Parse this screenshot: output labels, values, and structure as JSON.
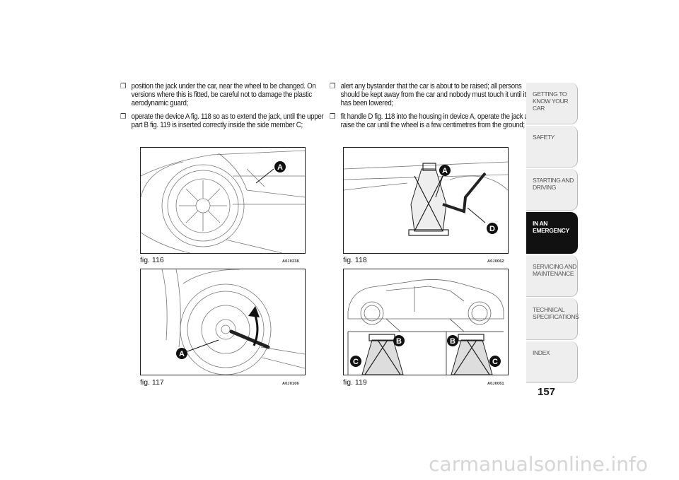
{
  "left_column": {
    "bullets": [
      "position the jack under the car, near the wheel to be changed. On versions where this is fitted, be careful not to damage the plastic aerodynamic guard;",
      "operate the device A fig. 118 so as to extend the jack, until the upper part B fig. 119 is inserted correctly inside the side member C;"
    ]
  },
  "right_column": {
    "bullets": [
      "alert any bystander that the car is about to be raised; all persons should be kept away from the car and nobody must touch it until it has been lowered;",
      "fit handle D fig. 118 into the housing in device A, operate the jack and raise the car until the wheel is a few centimetres from the ground;"
    ]
  },
  "bullet_glyph": "❒",
  "figures": {
    "fig116": {
      "caption": "fig. 116",
      "code": "A0J0238",
      "labels": [
        "A"
      ]
    },
    "fig117": {
      "caption": "fig. 117",
      "code": "A0J0106",
      "labels": [
        "A"
      ]
    },
    "fig118": {
      "caption": "fig. 118",
      "code": "A0J0062",
      "labels": [
        "A",
        "D"
      ]
    },
    "fig119": {
      "caption": "fig. 119",
      "code": "A0J0061",
      "labels": [
        "B",
        "B",
        "C",
        "C"
      ]
    }
  },
  "tabs": [
    {
      "label": "GETTING TO KNOW YOUR CAR",
      "active": false
    },
    {
      "label": "SAFETY",
      "active": false
    },
    {
      "label": "STARTING AND DRIVING",
      "active": false
    },
    {
      "label": "IN AN EMERGENCY",
      "active": true
    },
    {
      "label": "SERVICING AND MAINTENANCE",
      "active": false
    },
    {
      "label": "TECHNICAL SPECIFICATIONS",
      "active": false
    },
    {
      "label": "INDEX",
      "active": false
    }
  ],
  "page_number": "157",
  "watermark": "carmanualsonline.info",
  "colors": {
    "active_tab": "#111111",
    "inactive_tab": "#eeeeee",
    "callout": "#111111"
  }
}
